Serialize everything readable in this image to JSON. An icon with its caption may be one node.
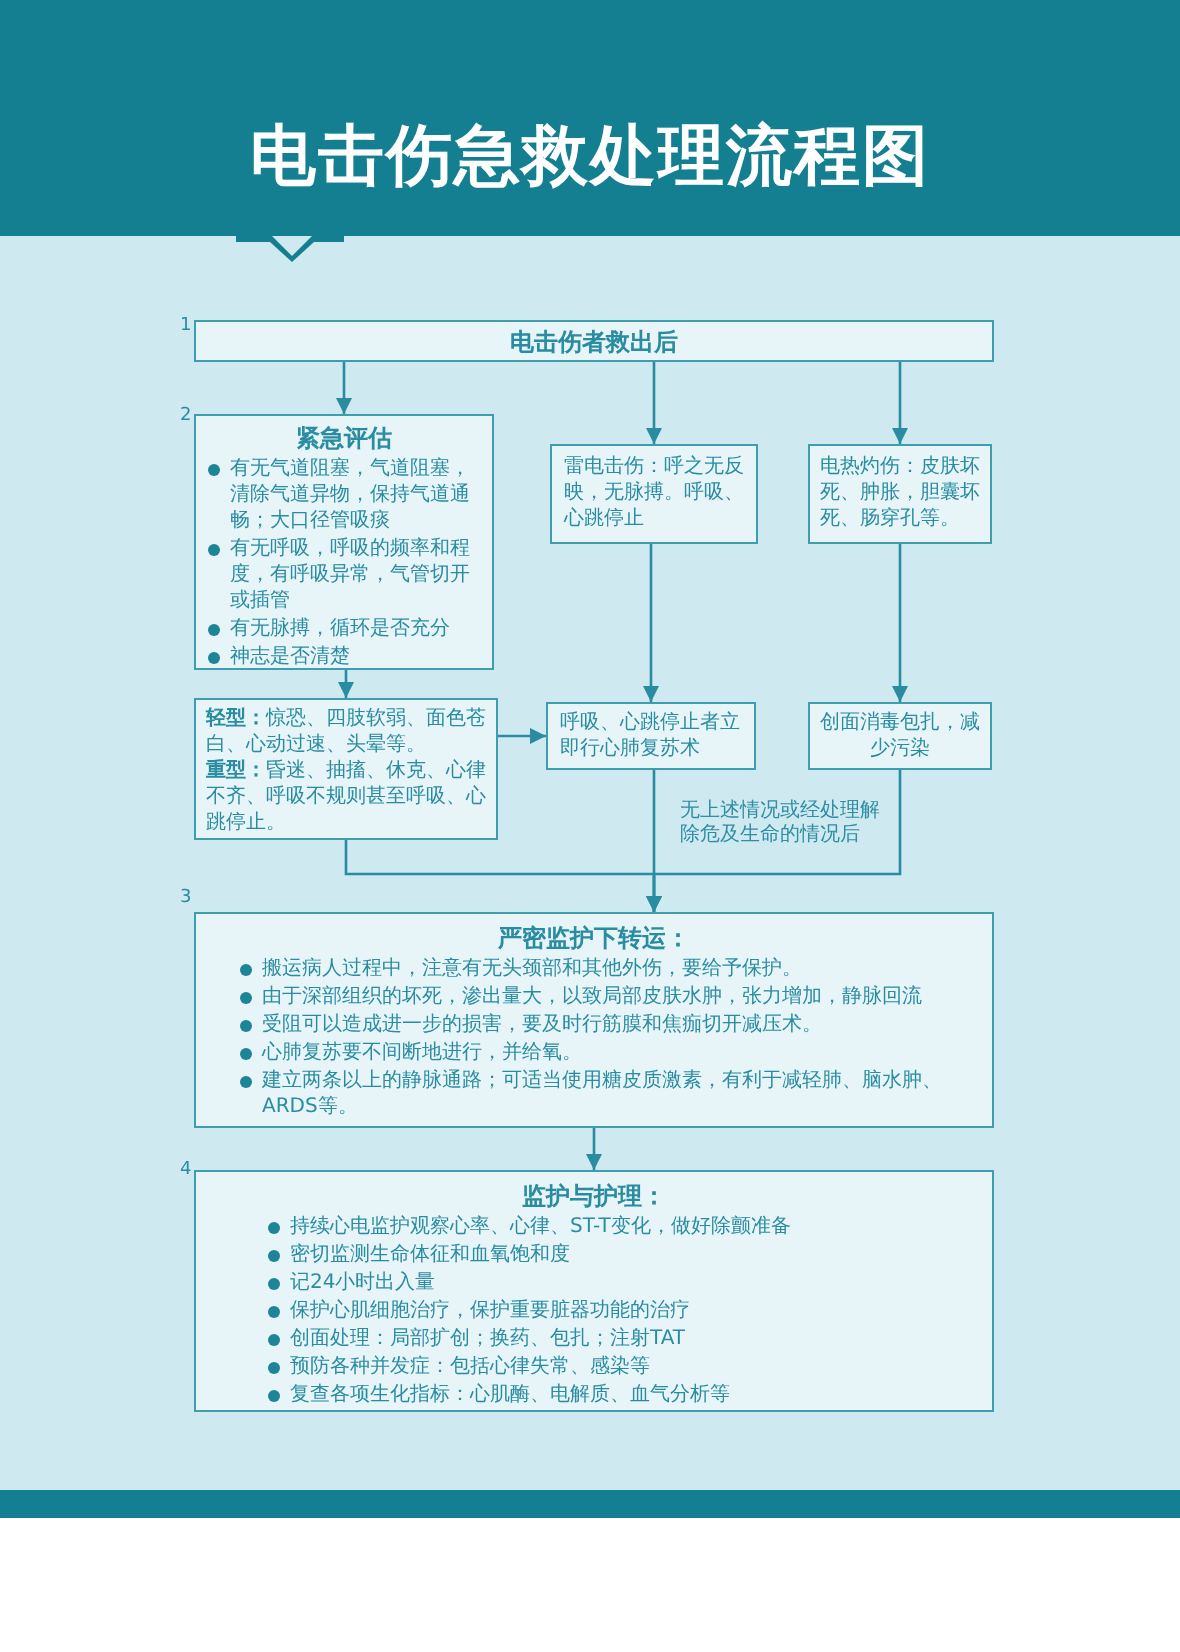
{
  "diagram": {
    "title": "电击伤急救处理流程图",
    "nodes": [
      {
        "text": [
          "电击伤者救出后"
        ]
      },
      {
        "text": [
          "紧急评估",
          "有无气道阻塞，气道阻塞，清除气道异物，保持气道通畅；大口径管吸痰",
          "有无呼吸，呼吸的频率和程度，有呼吸异常，气管切开或插管",
          "有无脉搏，循环是否充分",
          "神志是否清楚"
        ]
      },
      {
        "text": [
          "雷电击伤：呼之无反映，无脉搏。呼吸、心跳停止"
        ]
      },
      {
        "text": [
          "电热灼伤：皮肤坏死、肿胀，胆囊坏死、肠穿孔等。"
        ]
      },
      {
        "text": [
          "**轻型：**惊恐、四肢软弱、面色苍白、心动过速、头晕等。",
          "**重型：**昏迷、抽搐、休克、心律不齐、呼吸不规则甚至呼吸、心跳停止。"
        ]
      },
      {
        "text": [
          "呼吸、心跳停止者立即行心肺复苏术"
        ]
      },
      {
        "text": [
          "创面消毒包扎，减少污染"
        ]
      },
      {
        "text": [
          "严密监护下转运：",
          "搬运病人过程中，注意有无头颈部和其他外伤，要给予保护。",
          "由于深部组织的坏死，渗出量大，以致局部皮肤水肿，张力增加，静脉回流",
          "受阻可以造成进一步的损害，要及时行筋膜和焦痂切开减压术。",
          "心肺复苏要不间断地进行，并给氧。",
          "建立两条以上的静脉通路；可适当使用糖皮质激素，有利于减轻肺、脑水肿、ARDS等。"
        ]
      },
      {
        "text": [
          "监护与护理：",
          "持续心电监护观察心率、心律、ST-T变化，做好除颤准备",
          "密切监测生命体征和血氧饱和度",
          "记24小时出入量",
          "保护心肌细胞治疗，保护重要脏器功能的治疗",
          "创面处理：局部扩创；换药、包扎；注射TAT",
          "预防各种并发症：包括心律失常、感染等",
          "复查各项生化指标：心肌酶、电解质、血气分析等"
        ]
      }
    ],
    "edges": [
      {
        "from": 0,
        "to": 1,
        "arrow": "to"
      },
      {
        "from": 0,
        "to": 2,
        "arrow": "to"
      },
      {
        "from": 0,
        "to": 3,
        "arrow": "to"
      },
      {
        "from": 1,
        "to": 4,
        "arrow": "to"
      },
      {
        "from": 2,
        "to": 5,
        "arrow": "to"
      },
      {
        "from": 3,
        "to": 6,
        "arrow": "to"
      },
      {
        "from": 4,
        "to": 5,
        "arrow": "to"
      },
      {
        "from": 4,
        "to": 7,
        "arrow": "to"
      },
      {
        "from": 5,
        "to": 7,
        "arrow": "to"
      },
      {
        "from": 6,
        "to": 7,
        "arrow": "to"
      },
      {
        "from": 7,
        "to": 8,
        "arrow": "to"
      }
    ],
    "labels": [
      "1",
      "2",
      "3",
      "4",
      "无上述情况或经处理解除危及生命的情况后"
    ]
  }
}
